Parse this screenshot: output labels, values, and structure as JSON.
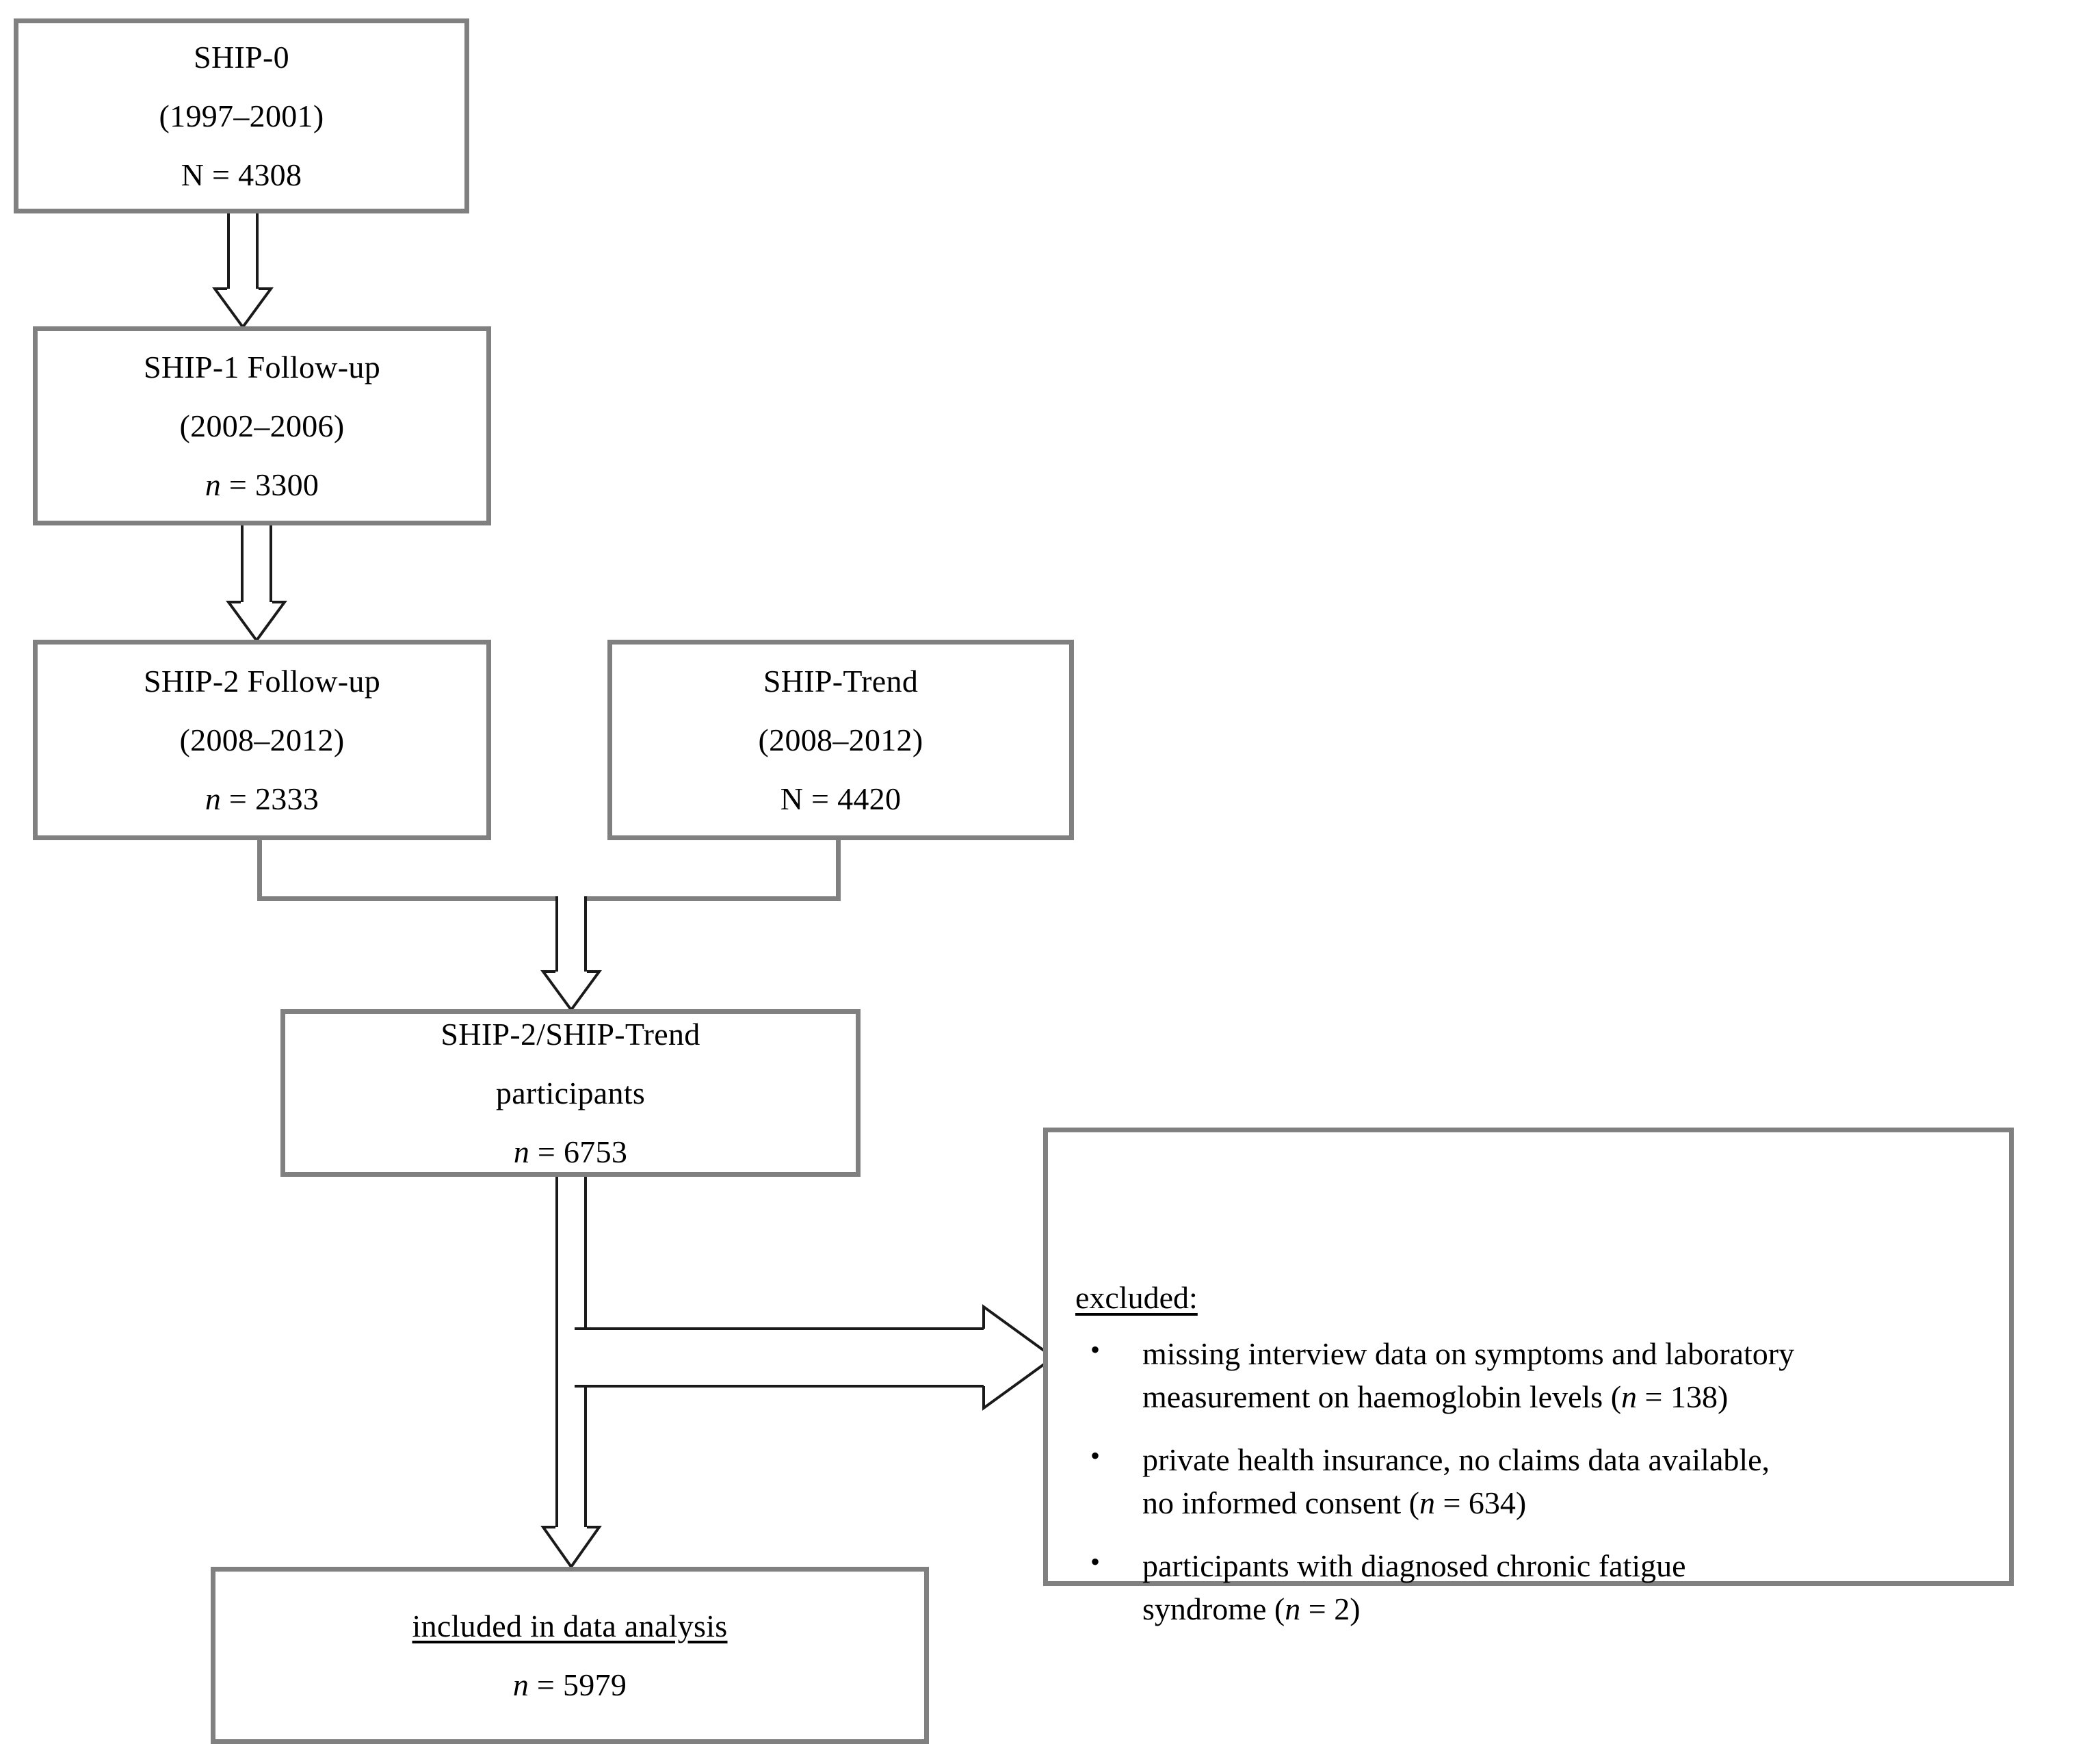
{
  "diagram": {
    "title": "SHIP study participant flow diagram",
    "colors": {
      "box_border": "#808080",
      "arrow_stroke": "#1a1a1a",
      "background": "#ffffff",
      "text": "#000000"
    },
    "boxes": [
      {
        "id": "ship0",
        "name": "ship-0-box",
        "lines": [
          "SHIP-0",
          "(1997–2001)",
          "N = 4308"
        ],
        "label": "SHIP-0",
        "period": "(1997–2001)",
        "count_label": "N = 4308",
        "count_symbol": "N",
        "count_value": "4308"
      },
      {
        "id": "ship1",
        "name": "ship-1-followup-box",
        "lines": [
          "SHIP-1 Follow-up",
          "(2002–2006)",
          "n = 3300"
        ],
        "label": "SHIP-1 Follow-up",
        "period": "(2002–2006)",
        "count_label": "n = 3300",
        "count_symbol": "n",
        "count_value": "3300"
      },
      {
        "id": "ship2",
        "name": "ship-2-followup-box",
        "lines": [
          "SHIP-2 Follow-up",
          "(2008–2012)",
          "n = 2333"
        ],
        "label": "SHIP-2 Follow-up",
        "period": "(2008–2012)",
        "count_label": "n = 2333",
        "count_symbol": "n",
        "count_value": "2333"
      },
      {
        "id": "shiptrend",
        "name": "ship-trend-box",
        "lines": [
          "SHIP-Trend",
          "(2008–2012)",
          "N = 4420"
        ],
        "label": "SHIP-Trend",
        "period": "(2008–2012)",
        "count_label": "N = 4420",
        "count_symbol": "N",
        "count_value": "4420"
      },
      {
        "id": "participants",
        "name": "ship2-shiptrend-participants-box",
        "lines": [
          "SHIP-2/SHIP-Trend",
          "participants",
          "n = 6753"
        ],
        "label_line1": "SHIP-2/SHIP-Trend",
        "label_line2": "participants",
        "count_label": "n = 6753",
        "count_symbol": "n",
        "count_value": "6753"
      },
      {
        "id": "included",
        "name": "included-in-analysis-box",
        "lines": [
          "included in data analysis",
          "n = 5979"
        ],
        "label": "included in data analysis",
        "count_label": "n = 5979",
        "count_symbol": "n",
        "count_value": "5979"
      }
    ],
    "excluded_panel": {
      "name": "excluded-panel",
      "title": "excluded:",
      "items": [
        {
          "text": "missing interview data on symptoms and laboratory measurement on haemoglobin levels (n = 138)",
          "line1": "missing  interview data on symptoms  and laboratory",
          "line2_prefix": "measurement on haemoglobin  levels (",
          "line2_symbol": "n",
          "line2_suffix": " = 138)",
          "count_value": "138"
        },
        {
          "text": "private health insurance, no claims data available, no informed consent (n = 634)",
          "line1": "private health insurance, no claims data available,",
          "line2_prefix": "no informed consent (",
          "line2_symbol": "n",
          "line2_suffix": " = 634)",
          "count_value": "634"
        },
        {
          "text": "participants with diagnosed chronic fatigue syndrome (n = 2)",
          "line1": "participants with diagnosed chronic fatigue",
          "line2_prefix": "syndrome (",
          "line2_symbol": "n",
          "line2_suffix": " = 2)",
          "count_value": "2"
        }
      ],
      "bullet_glyph": "•"
    },
    "connectors": [
      {
        "name": "arrow-ship0-to-ship1",
        "from": "ship0",
        "to": "ship1",
        "direction": "down"
      },
      {
        "name": "arrow-ship1-to-ship2",
        "from": "ship1",
        "to": "ship2",
        "direction": "down"
      },
      {
        "name": "merge-ship2-shiptrend",
        "from": "ship2,shiptrend",
        "to": "participants",
        "direction": "down"
      },
      {
        "name": "arrow-participants-to-included",
        "from": "participants",
        "to": "included",
        "direction": "down"
      },
      {
        "name": "arrow-participants-to-excluded",
        "from": "participants",
        "to": "excluded",
        "direction": "right"
      }
    ]
  }
}
